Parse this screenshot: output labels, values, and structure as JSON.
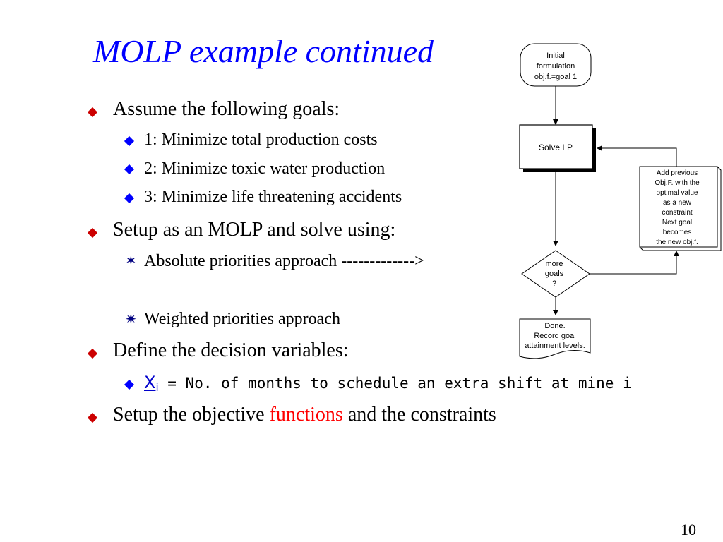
{
  "slide": {
    "title": "MOLP example continued",
    "page_number": "10"
  },
  "bullets": {
    "b1": "Assume the following goals:",
    "b1_1": "1: Minimize total production costs",
    "b1_2": "2: Minimize toxic water  production",
    "b1_3": "3: Minimize life threatening accidents",
    "b2": "Setup as an MOLP and solve using:",
    "b2_1": "Absolute priorities approach ------------->",
    "b2_2": "Weighted priorities approach",
    "b3": "Define the decision variables:",
    "b3_1_var": "X",
    "b3_1_sub": "i",
    "b3_1_text": " = No. of months to schedule an extra shift at mine i",
    "b4_pre": "Setup the objective ",
    "b4_highlight": "functions",
    "b4_post": " and the constraints"
  },
  "flowchart": {
    "start": [
      "Initial",
      "formulation",
      "obj.f.=goal 1"
    ],
    "solve": "Solve LP",
    "decision": [
      "more",
      "goals",
      "?"
    ],
    "update": [
      "Add previous",
      "Obj.F. with the",
      "optimal value",
      "as a new",
      "constraint",
      "Next goal",
      "becomes",
      "the new obj.f."
    ],
    "done": [
      "Done.",
      "Record goal",
      "attainment levels."
    ]
  },
  "colors": {
    "title": "#0000FF",
    "bullet_l1": "#CC0000",
    "bullet_l2": "#0000FF",
    "highlight": "#FF0000"
  }
}
